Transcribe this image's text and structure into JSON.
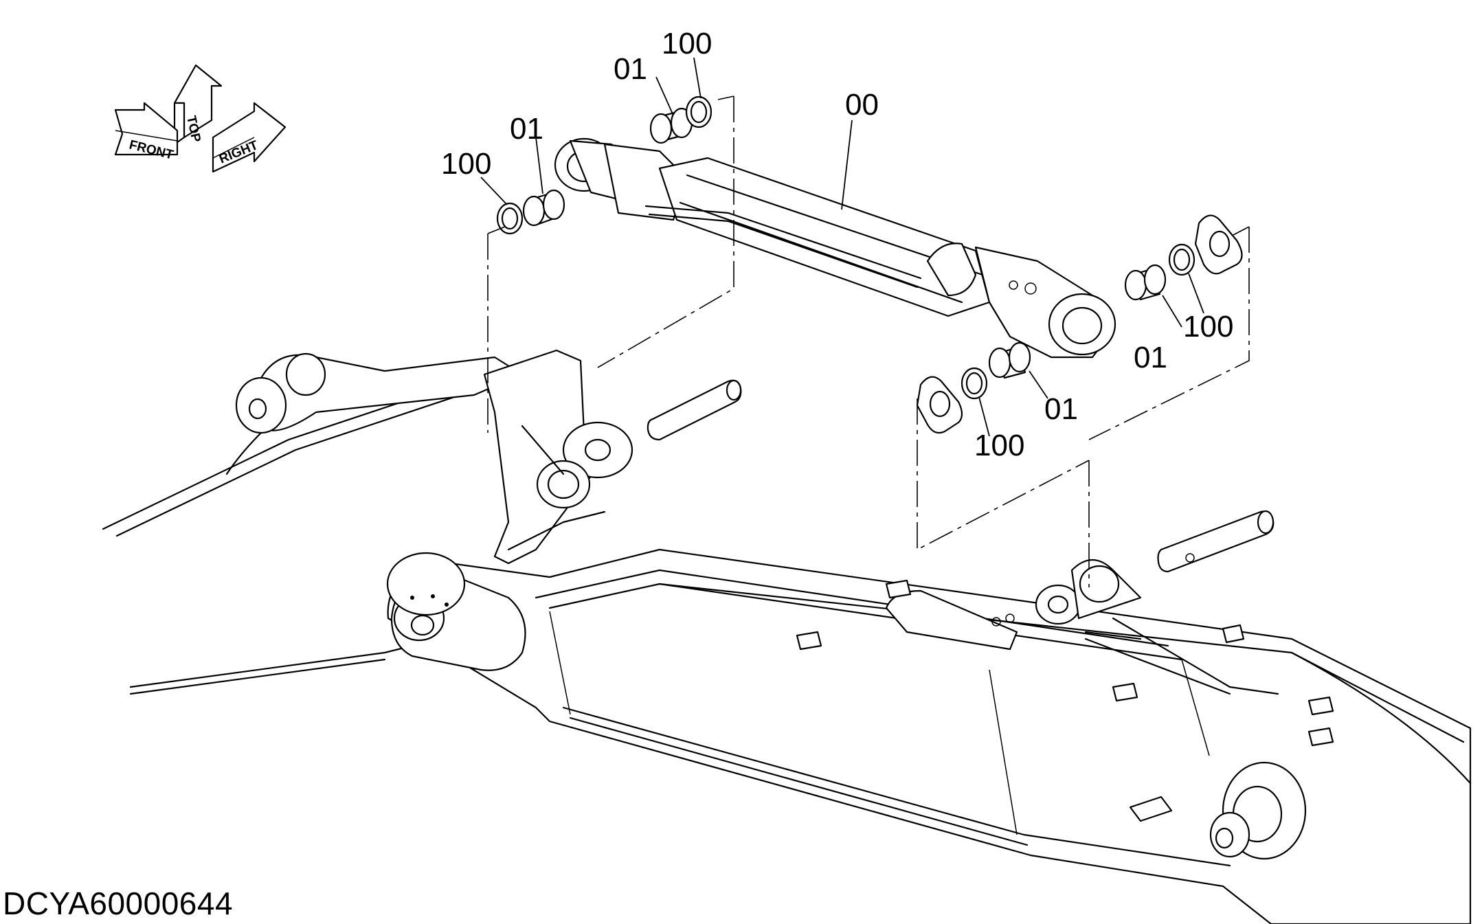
{
  "drawing_code": "DCYA60000644",
  "orientation": {
    "front": "FRONT",
    "top": "TOP",
    "right": "RIGHT"
  },
  "callouts": [
    {
      "id": "cylinder",
      "text": "00"
    },
    {
      "id": "bushing-top-left",
      "text": "01"
    },
    {
      "id": "seal-top-left",
      "text": "100"
    },
    {
      "id": "bushing-top-center",
      "text": "01"
    },
    {
      "id": "seal-top-center",
      "text": "100"
    },
    {
      "id": "bushing-right-upper",
      "text": "01"
    },
    {
      "id": "seal-right-upper",
      "text": "100"
    },
    {
      "id": "bushing-right-lower",
      "text": "01"
    },
    {
      "id": "seal-right-lower",
      "text": "100"
    }
  ]
}
